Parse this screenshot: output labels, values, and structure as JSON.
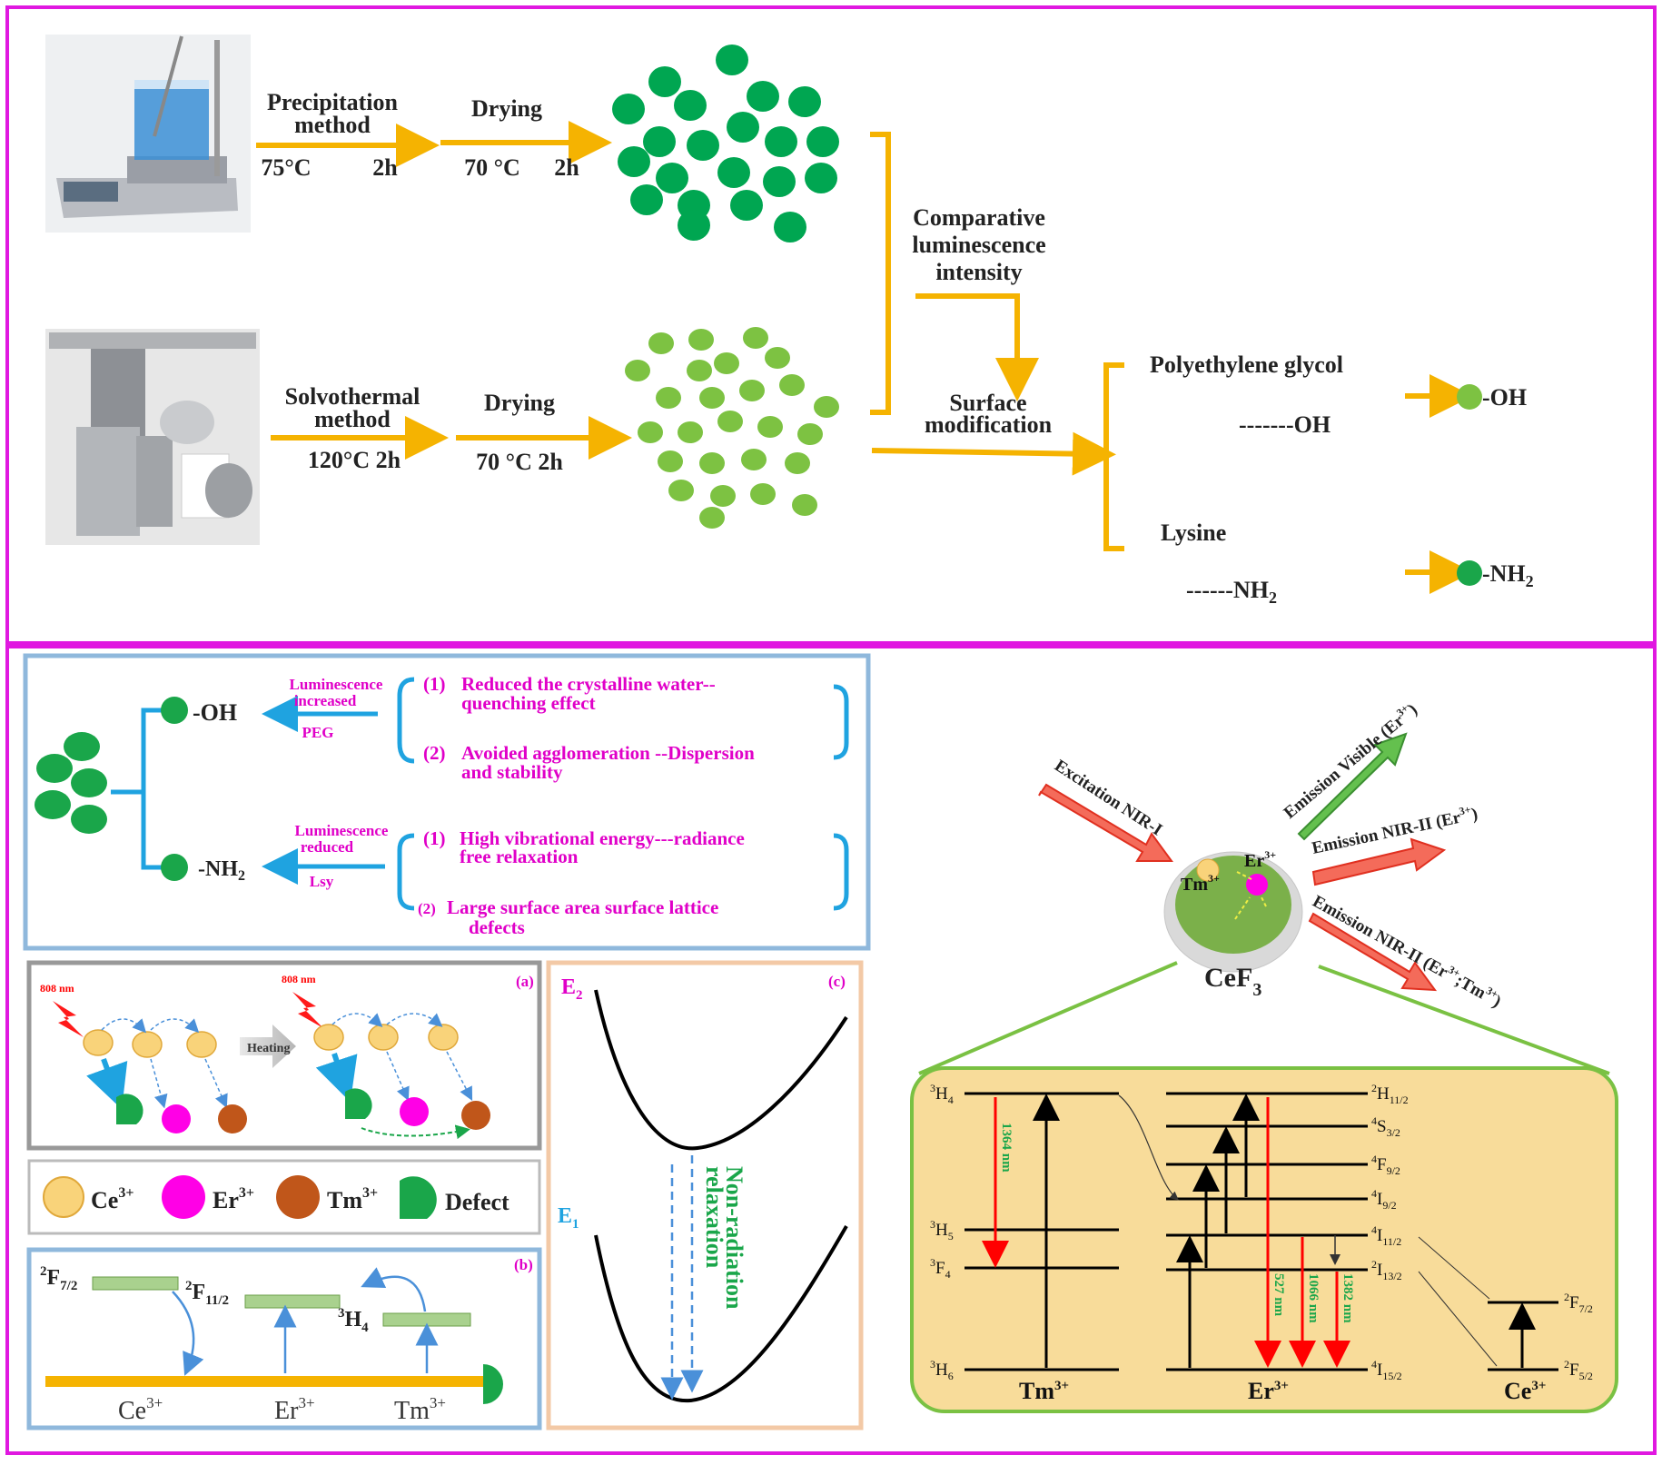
{
  "top": {
    "precip_method": [
      "Precipitation",
      "method"
    ],
    "precip_cond": [
      "75°C",
      "2h"
    ],
    "drying1": "Drying",
    "drying1_cond": [
      "70 °C",
      "2h"
    ],
    "solvo_method": [
      "Solvothermal",
      "method"
    ],
    "solvo_cond": "120°C 2h",
    "drying2": "Drying",
    "drying2_cond": "70 °C 2h",
    "compare": [
      "Comparative",
      "luminescence",
      "intensity"
    ],
    "surface": [
      "Surface",
      "modification"
    ],
    "peg": "Polyethylene glycol",
    "peg_group": "-------OH",
    "lysine": "Lysine",
    "lys_group": "------NH",
    "lys_group_sub": "2",
    "res_oh": "-OH",
    "res_nh": "-NH",
    "res_nh_sub": "2"
  },
  "mech": {
    "oh": "-OH",
    "nh": "-NH",
    "nh_sub": "2",
    "lum_inc": [
      "Luminescence",
      "increased"
    ],
    "peg": "PEG",
    "lum_red": [
      "Luminescence",
      "reduced"
    ],
    "lsy": "Lsy",
    "items": [
      {
        "num": "(1)",
        "lines": [
          "Reduced the crystalline water--",
          "quenching effect"
        ]
      },
      {
        "num": "(2)",
        "lines": [
          "Avoided agglomeration --Dispersion",
          "and stability"
        ]
      },
      {
        "num": "(1)",
        "lines": [
          "High vibrational energy---radiance",
          "free relaxation"
        ]
      },
      {
        "num": "(2)",
        "lines": [
          "Large surface area surface lattice",
          "defects"
        ]
      }
    ]
  },
  "panel_a": {
    "label": "(a)",
    "laser": "808 nm",
    "heating": "Heating"
  },
  "legend": [
    {
      "label": "Ce",
      "sup": "3+",
      "color": "#f9d37a"
    },
    {
      "label": "Er",
      "sup": "3+",
      "color": "#ff00e6"
    },
    {
      "label": "Tm",
      "sup": "3+",
      "color": "#c0561a"
    },
    {
      "label": "Defect",
      "sup": "",
      "color": "#1aa64a"
    }
  ],
  "panel_b": {
    "label": "(b)",
    "levels": [
      {
        "main": "F",
        "pre": "2",
        "sub": "7/2"
      },
      {
        "main": "F",
        "pre": "2",
        "sub": "11/2"
      },
      {
        "main": "H",
        "pre": "3",
        "sub": "4"
      }
    ],
    "ions": [
      "Ce",
      "Er",
      "Tm"
    ],
    "ion_sup": "3+"
  },
  "panel_c": {
    "label": "(c)",
    "e2": "E",
    "e2_sub": "2",
    "e1": "E",
    "e1_sub": "1",
    "relax": [
      "Non-radiation",
      "relaxation"
    ]
  },
  "right": {
    "excitation": "Excitation NIR-I",
    "em_vis": "Emission Visible (Er",
    "em_nir2": "Emission NIR-II (Er",
    "em_nir2b": "Emission NIR-II (Er",
    "em_nir2b_mid": ";Tm",
    "sup3": "3+",
    "close": ")",
    "tm": "Tm",
    "er": "Er",
    "host": "CeF",
    "host_sub": "3"
  },
  "energy": {
    "tm_levels": [
      {
        "pre": "3",
        "main": "H",
        "sub": "4"
      },
      {
        "pre": "3",
        "main": "H",
        "sub": "5"
      },
      {
        "pre": "3",
        "main": "F",
        "sub": "4"
      },
      {
        "pre": "3",
        "main": "H",
        "sub": "6"
      }
    ],
    "er_levels": [
      {
        "pre": "2",
        "main": "H",
        "sub": "11/2"
      },
      {
        "pre": "4",
        "main": "S",
        "sub": "3/2"
      },
      {
        "pre": "4",
        "main": "F",
        "sub": "9/2"
      },
      {
        "pre": "4",
        "main": "I",
        "sub": "9/2"
      },
      {
        "pre": "4",
        "main": "I",
        "sub": "11/2"
      },
      {
        "pre": "2",
        "main": "I",
        "sub": "13/2"
      },
      {
        "pre": "4",
        "main": "I",
        "sub": "15/2"
      }
    ],
    "ce_levels": [
      {
        "pre": "2",
        "main": "F",
        "sub": "7/2"
      },
      {
        "pre": "2",
        "main": "F",
        "sub": "5/2"
      }
    ],
    "wavelengths": [
      "1364 nm",
      "527 nm",
      "1066 nm",
      "1382 nm"
    ],
    "ions": [
      "Tm",
      "Er",
      "Ce"
    ],
    "ion_sup": "3+"
  },
  "colors": {
    "frame": "#e018e0",
    "arrow": "#f5b301",
    "dark_green": "#00a651",
    "light_green": "#7dc242",
    "magenta_text": "#e000c8",
    "blue_arrow": "#1fa3e0",
    "panel_fill": "#f8dc9a"
  }
}
